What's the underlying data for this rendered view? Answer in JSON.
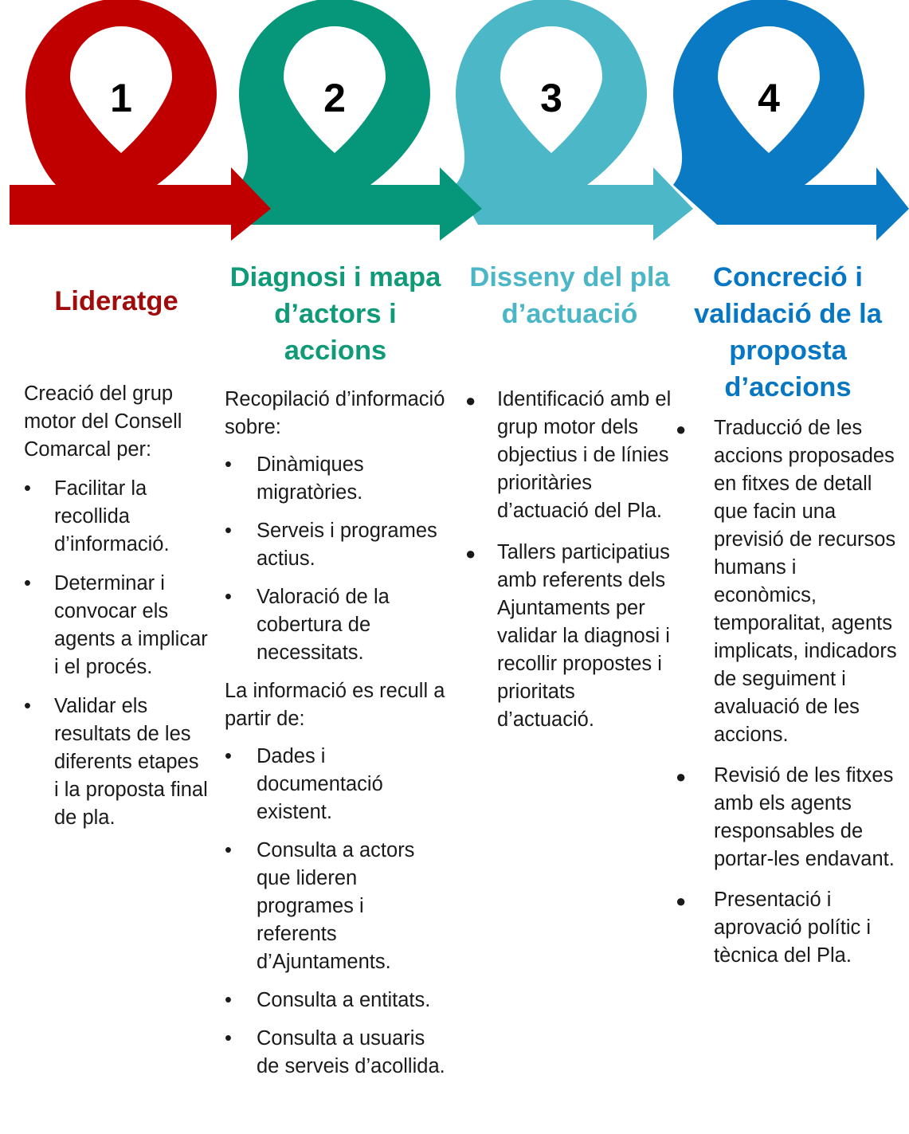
{
  "steps": [
    {
      "number": "1",
      "color": "#c00000",
      "title": "Lideratge",
      "intro": "Creació del grup motor del Consell Comarcal per:",
      "items": [
        "Facilitar la recollida d’informació.",
        "Determinar i convocar els agents a implicar i el procés.",
        "Validar els resultats de les diferents etapes i la proposta final de pla."
      ]
    },
    {
      "number": "2",
      "color": "#06967a",
      "title": "Diagnosi i mapa d’actors i accions",
      "intro": "Recopilació d’informació sobre:",
      "items": [
        "Dinàmiques migratòries.",
        "Serveis i programes actius.",
        "Valoració de la cobertura de necessitats."
      ],
      "intro_2": "La informació es recull a partir de:",
      "items_2": [
        "Dades i documentació existent.",
        "Consulta a actors que lideren programes i referents d’Ajuntaments.",
        "Consulta a entitats.",
        "Consulta a usuaris de serveis d’acollida."
      ]
    },
    {
      "number": "3",
      "color": "#4cb7c7",
      "title": "Disseny del pla d’actuació",
      "items": [
        "Identificació amb el grup motor dels objectius i de línies prioritàries d’actuació del Pla.",
        "Tallers participatius amb referents dels Ajuntaments per validar la diagnosi i recollir propostes i prioritats d’actuació."
      ]
    },
    {
      "number": "4",
      "color": "#0a7ac4",
      "title": "Concreció i validació de la proposta d’accions",
      "items": [
        "Traducció de les accions proposades en fitxes de detall que facin una previsió de recursos humans i econòmics, temporalitat, agents implicats, indicadors de seguiment i avaluació de les accions.",
        "Revisió de les fitxes amb els agents responsables de portar-les endavant.",
        "Presentació i aprovació polític i tècnica del Pla."
      ]
    }
  ]
}
